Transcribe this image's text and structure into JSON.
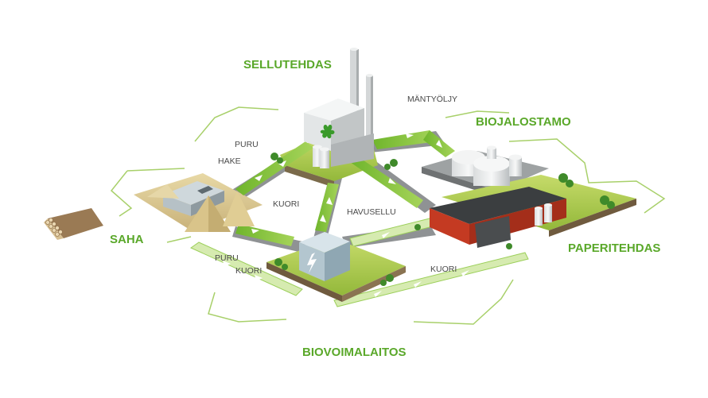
{
  "colors": {
    "brand_green": "#5aa82a",
    "arrow_green": "#8cc63f",
    "ground_green": "#a9c94a",
    "road_grey": "#8f9294",
    "mill_red": "#c0392b"
  },
  "labels": {
    "sellutehdas": "SELLUTEHDAS",
    "biojalostamo": "BIOJALOSTAMO",
    "saha": "SAHA",
    "paperitehdas": "PAPERITEHDAS",
    "biovoimalaitos": "BIOVOIMALAITOS"
  },
  "flows": {
    "mantyoljy": "MÄNTYÖLJY",
    "puru_top": "PURU",
    "hake": "HAKE",
    "kuori_center": "KUORI",
    "havusellu": "HAVUSELLU",
    "puru_bottom": "PURU",
    "kuori_left": "KUORI",
    "kuori_right": "KUORI"
  },
  "icons": {
    "sellutehdas_logo": "leaf-logo-icon",
    "biovoimalaitos_logo": "lightning-bolt-icon"
  }
}
